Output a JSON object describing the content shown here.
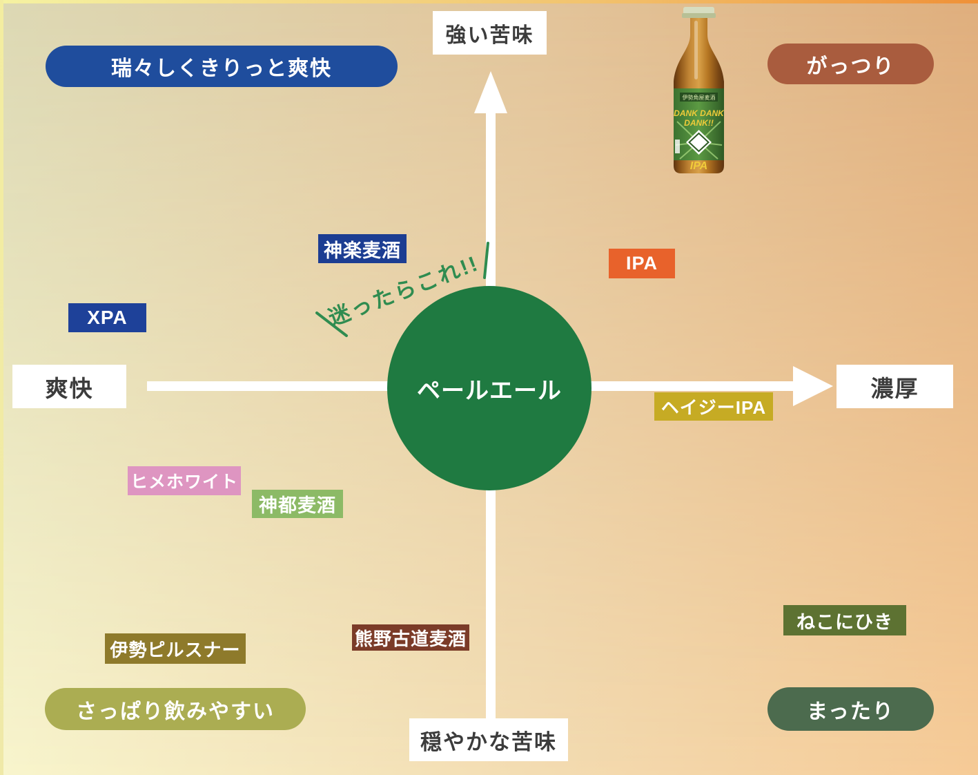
{
  "axis_labels": {
    "top": "強い苦味",
    "bottom": "穏やかな苦味",
    "left": "爽快",
    "right": "濃厚"
  },
  "quadrants": {
    "top_left": {
      "label": "瑞々しくきりっと爽快",
      "color": "#1f4d9d"
    },
    "top_right": {
      "label": "がっつり",
      "color": "#a95c3e"
    },
    "bottom_left": {
      "label": "さっぱり飲みやすい",
      "color": "#abad52"
    },
    "bottom_right": {
      "label": "まったり",
      "color": "#4c6b4e"
    }
  },
  "center_beer": {
    "label": "ペールエール",
    "color": "#1f7a41"
  },
  "callout": {
    "text": "迷ったらこれ!!",
    "color": "#2f8c50"
  },
  "beers": [
    {
      "name": "神楽麦酒",
      "color": "#1c3d92"
    },
    {
      "name": "XPA",
      "color": "#1e4199"
    },
    {
      "name": "IPA",
      "color": "#e8622b"
    },
    {
      "name": "ヘイジーIPA",
      "color": "#c6ab24"
    },
    {
      "name": "ヒメホワイト",
      "color": "#de95c1"
    },
    {
      "name": "神都麦酒",
      "color": "#8cba66"
    },
    {
      "name": "伊勢ピルスナー",
      "color": "#8e7a2b"
    },
    {
      "name": "熊野古道麦酒",
      "color": "#7b3b28"
    },
    {
      "name": "ねこにひき",
      "color": "#5d7232"
    }
  ],
  "bottle": {
    "brewery": "伊勢角屋麦酒",
    "title_line1": "DANK DANK",
    "title_line2": "DANK!!",
    "style": "IPA"
  },
  "colors": {
    "axis_arrow": "#ffffff",
    "axis_text": "#3c3c3c"
  }
}
